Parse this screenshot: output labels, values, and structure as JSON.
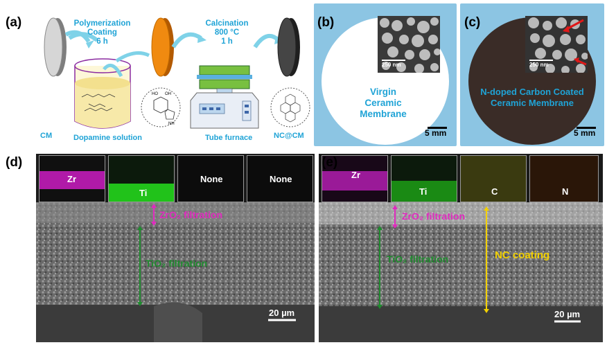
{
  "panel_a": {
    "label": "(a)",
    "step1": "Polymerization\nCoating\n6 h",
    "step2": "Calcination\n800 °C\n1 h",
    "cm": "CM",
    "dopamine": "Dopamine solution",
    "furnace": "Tube furnace",
    "nccm": "NC@CM"
  },
  "panel_b": {
    "label": "(b)",
    "title": "Virgin\nCeramic Membrane",
    "inset_scale": "250 nm",
    "scale": "5 mm"
  },
  "panel_c": {
    "label": "(c)",
    "title": "N-doped Carbon Coated\nCeramic Membrane",
    "inset_scale": "250 nm",
    "scale": "5 mm"
  },
  "panel_d": {
    "label": "(d)",
    "maps": [
      "Zr",
      "Ti",
      "None",
      "None"
    ],
    "zro2": "ZrO₂ filtration",
    "tio2": "TiO₂ filtration",
    "scale": "20 µm"
  },
  "panel_e": {
    "label": "(e)",
    "maps": [
      "Zr",
      "Ti",
      "C",
      "N"
    ],
    "zro2": "ZrO₂ filtration",
    "tio2": "TiO₂ filtration",
    "nc": "NC coating",
    "scale": "20 µm"
  },
  "colors": {
    "blue_text": "#1fa3d6",
    "zr_magenta": "#b01aa8",
    "ti_green": "#21c21a",
    "c_yellow": "#9a9a20",
    "n_orange": "#7a4a18",
    "zro2_label": "#e02bbf",
    "tio2_label": "#1f8a2e",
    "nc_label": "#f2d000",
    "orange_disk": "#f08a10"
  }
}
